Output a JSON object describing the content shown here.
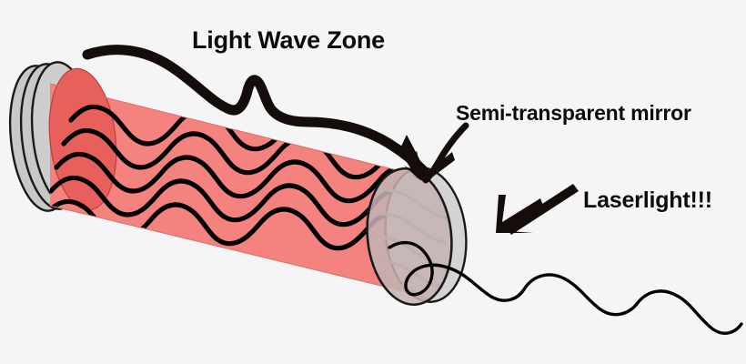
{
  "diagram": {
    "title": "Laser cavity schematic",
    "background_color": "#f5f5f5",
    "labels": {
      "light_wave_zone": "Light Wave Zone",
      "semi_transparent_mirror": "Semi-transparent mirror",
      "laserlight": "Laserlight!!!"
    },
    "colors": {
      "cavity_body": "#f4827f",
      "cavity_end_face": "#e8605c",
      "mirror_gray": "#c8c8c8",
      "mirror_gray_light": "#d6d6d6",
      "semi_mirror_tint": "#c5b2b2",
      "outline": "#1a1a1a",
      "wave_stroke": "#000000",
      "wave_behind_mirror": "#9a9a9a",
      "arrow_black": "#150d0b"
    },
    "parts": {
      "rear_mirror": "fully-reflective-mirror",
      "front_mirror": "semi-transparent-mirror",
      "cavity": "light-wave-zone-cavity",
      "output_beam": "laserlight-beam"
    },
    "wave_count": 5,
    "icons": {
      "brace_pointer": "curved-brace-pointer-icon",
      "mirror_arrow": "curved-arrow-icon",
      "laser_arrow": "block-arrow-icon"
    }
  }
}
